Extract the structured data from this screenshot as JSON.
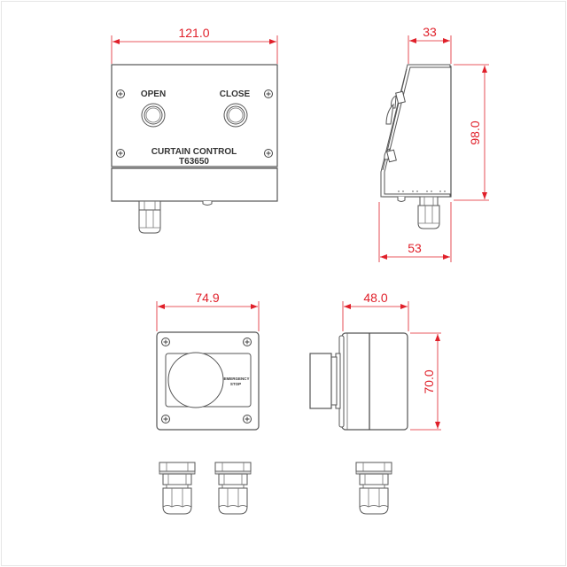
{
  "colors": {
    "dimension": "#e0202a",
    "outline": "#555555",
    "background": "#ffffff",
    "frame": "#e6e6e6"
  },
  "views": {
    "front_panel": {
      "width_dim": "121.0",
      "labels": {
        "open": "OPEN",
        "close": "CLOSE",
        "title": "CURTAIN CONTROL",
        "model": "T63650"
      }
    },
    "side_panel": {
      "top_depth_dim": "33",
      "height_dim": "98.0",
      "bottom_depth_dim": "53"
    },
    "estop_front": {
      "width_dim": "74.9",
      "labels": {
        "line1": "EMERGENCY",
        "line2": "STOP"
      }
    },
    "estop_side": {
      "depth_dim": "48.0",
      "height_dim": "70.0"
    },
    "cable_glands": {
      "count": 3
    }
  }
}
